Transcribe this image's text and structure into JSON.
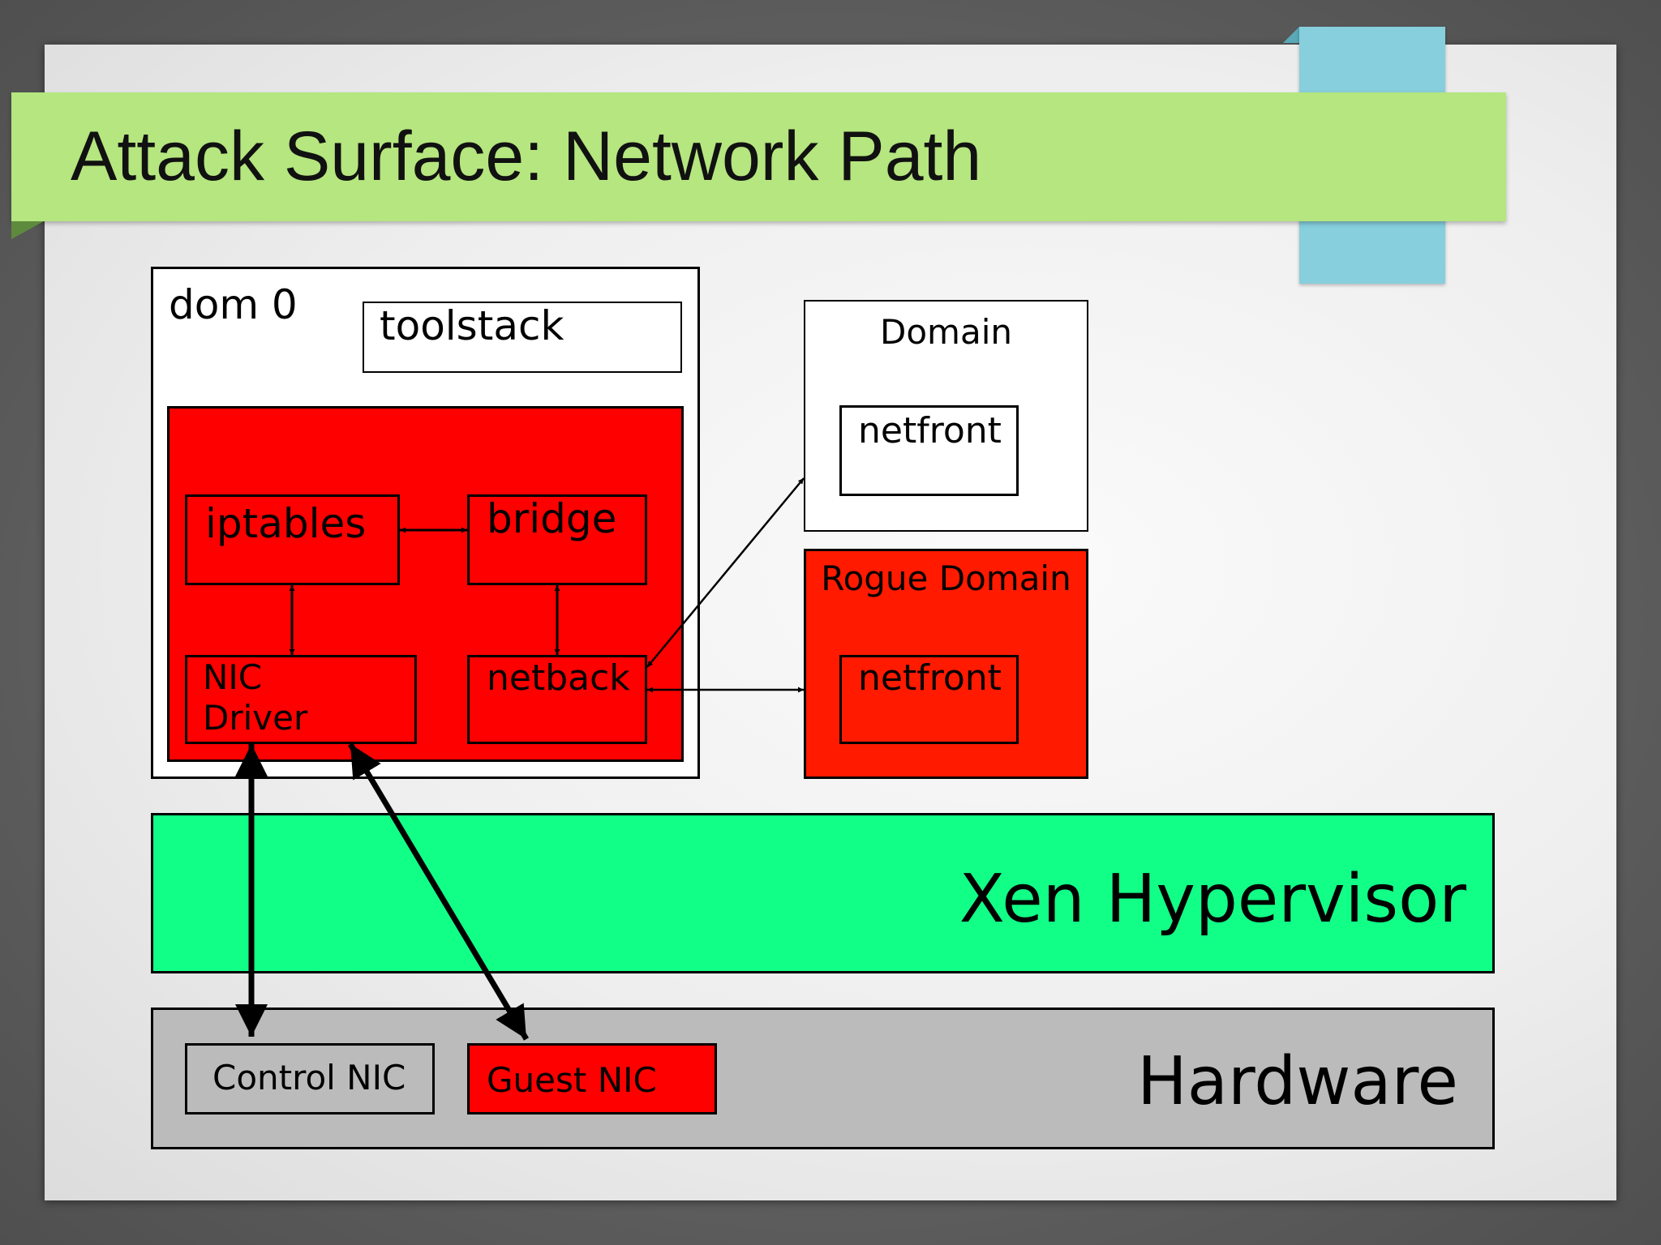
{
  "slide": {
    "title": "Attack Surface: Network Path"
  },
  "diagram": {
    "dom0": {
      "label": "dom 0",
      "toolstack": "toolstack",
      "iptables": "iptables",
      "bridge": "bridge",
      "nic_driver": "NIC Driver",
      "netback": "netback"
    },
    "domain": {
      "label": "Domain",
      "netfront": "netfront"
    },
    "rogue_domain": {
      "label": "Rogue Domain",
      "netfront": "netfront"
    },
    "hypervisor": {
      "label": "Xen Hypervisor"
    },
    "hardware": {
      "label": "Hardware",
      "control_nic": "Control NIC",
      "guest_nic": "Guest NIC"
    },
    "colors": {
      "attack_surface": "#fe0000",
      "hypervisor": "#12ff87",
      "hardware": "#bbbbbb",
      "title_banner": "#b5e67f",
      "accent_tab": "#87cfdd"
    }
  }
}
